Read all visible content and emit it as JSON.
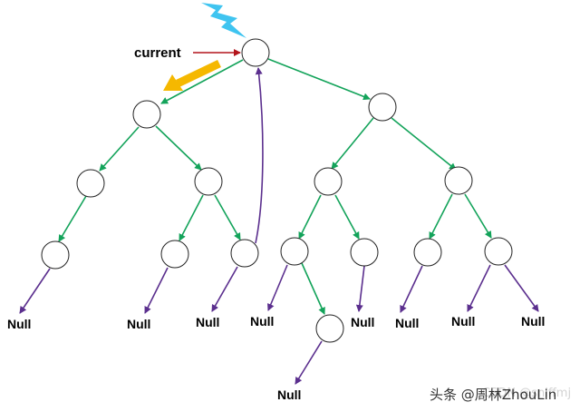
{
  "diagram": {
    "pointer_label": "current",
    "null_label": "Null",
    "watermark": "头条 @周林ZhouLin",
    "watermark_ghost": "CSDN @sniffmj",
    "colors": {
      "tree_edge": "#13a35a",
      "null_edge": "#5b2f8e",
      "back_edge": "#5b2f8e",
      "current_arrow": "#b3141c",
      "motion_arrow": "#f5b800",
      "lightning": "#3fc4f0",
      "node_stroke": "#222222"
    },
    "icons": [
      "lightning-bolt-icon",
      "motion-arrow-icon"
    ]
  }
}
